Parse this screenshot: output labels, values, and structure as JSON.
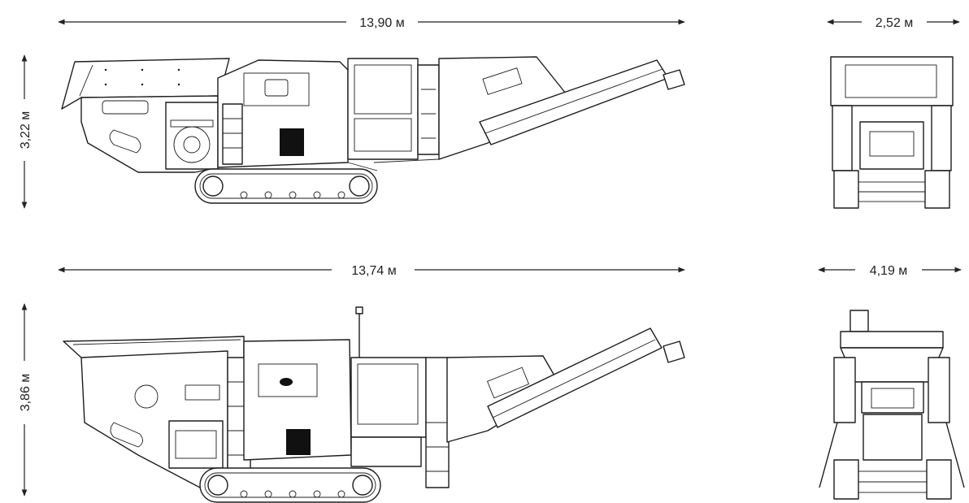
{
  "dimensions": {
    "top_length": "13,90 м",
    "top_height": "3,22 м",
    "top_width": "2,52 м",
    "bottom_length": "13,74 м",
    "bottom_height": "3,86 м",
    "bottom_width": "4,19 м"
  },
  "colors": {
    "ink": "#1d1d1d",
    "background": "#ffffff"
  }
}
